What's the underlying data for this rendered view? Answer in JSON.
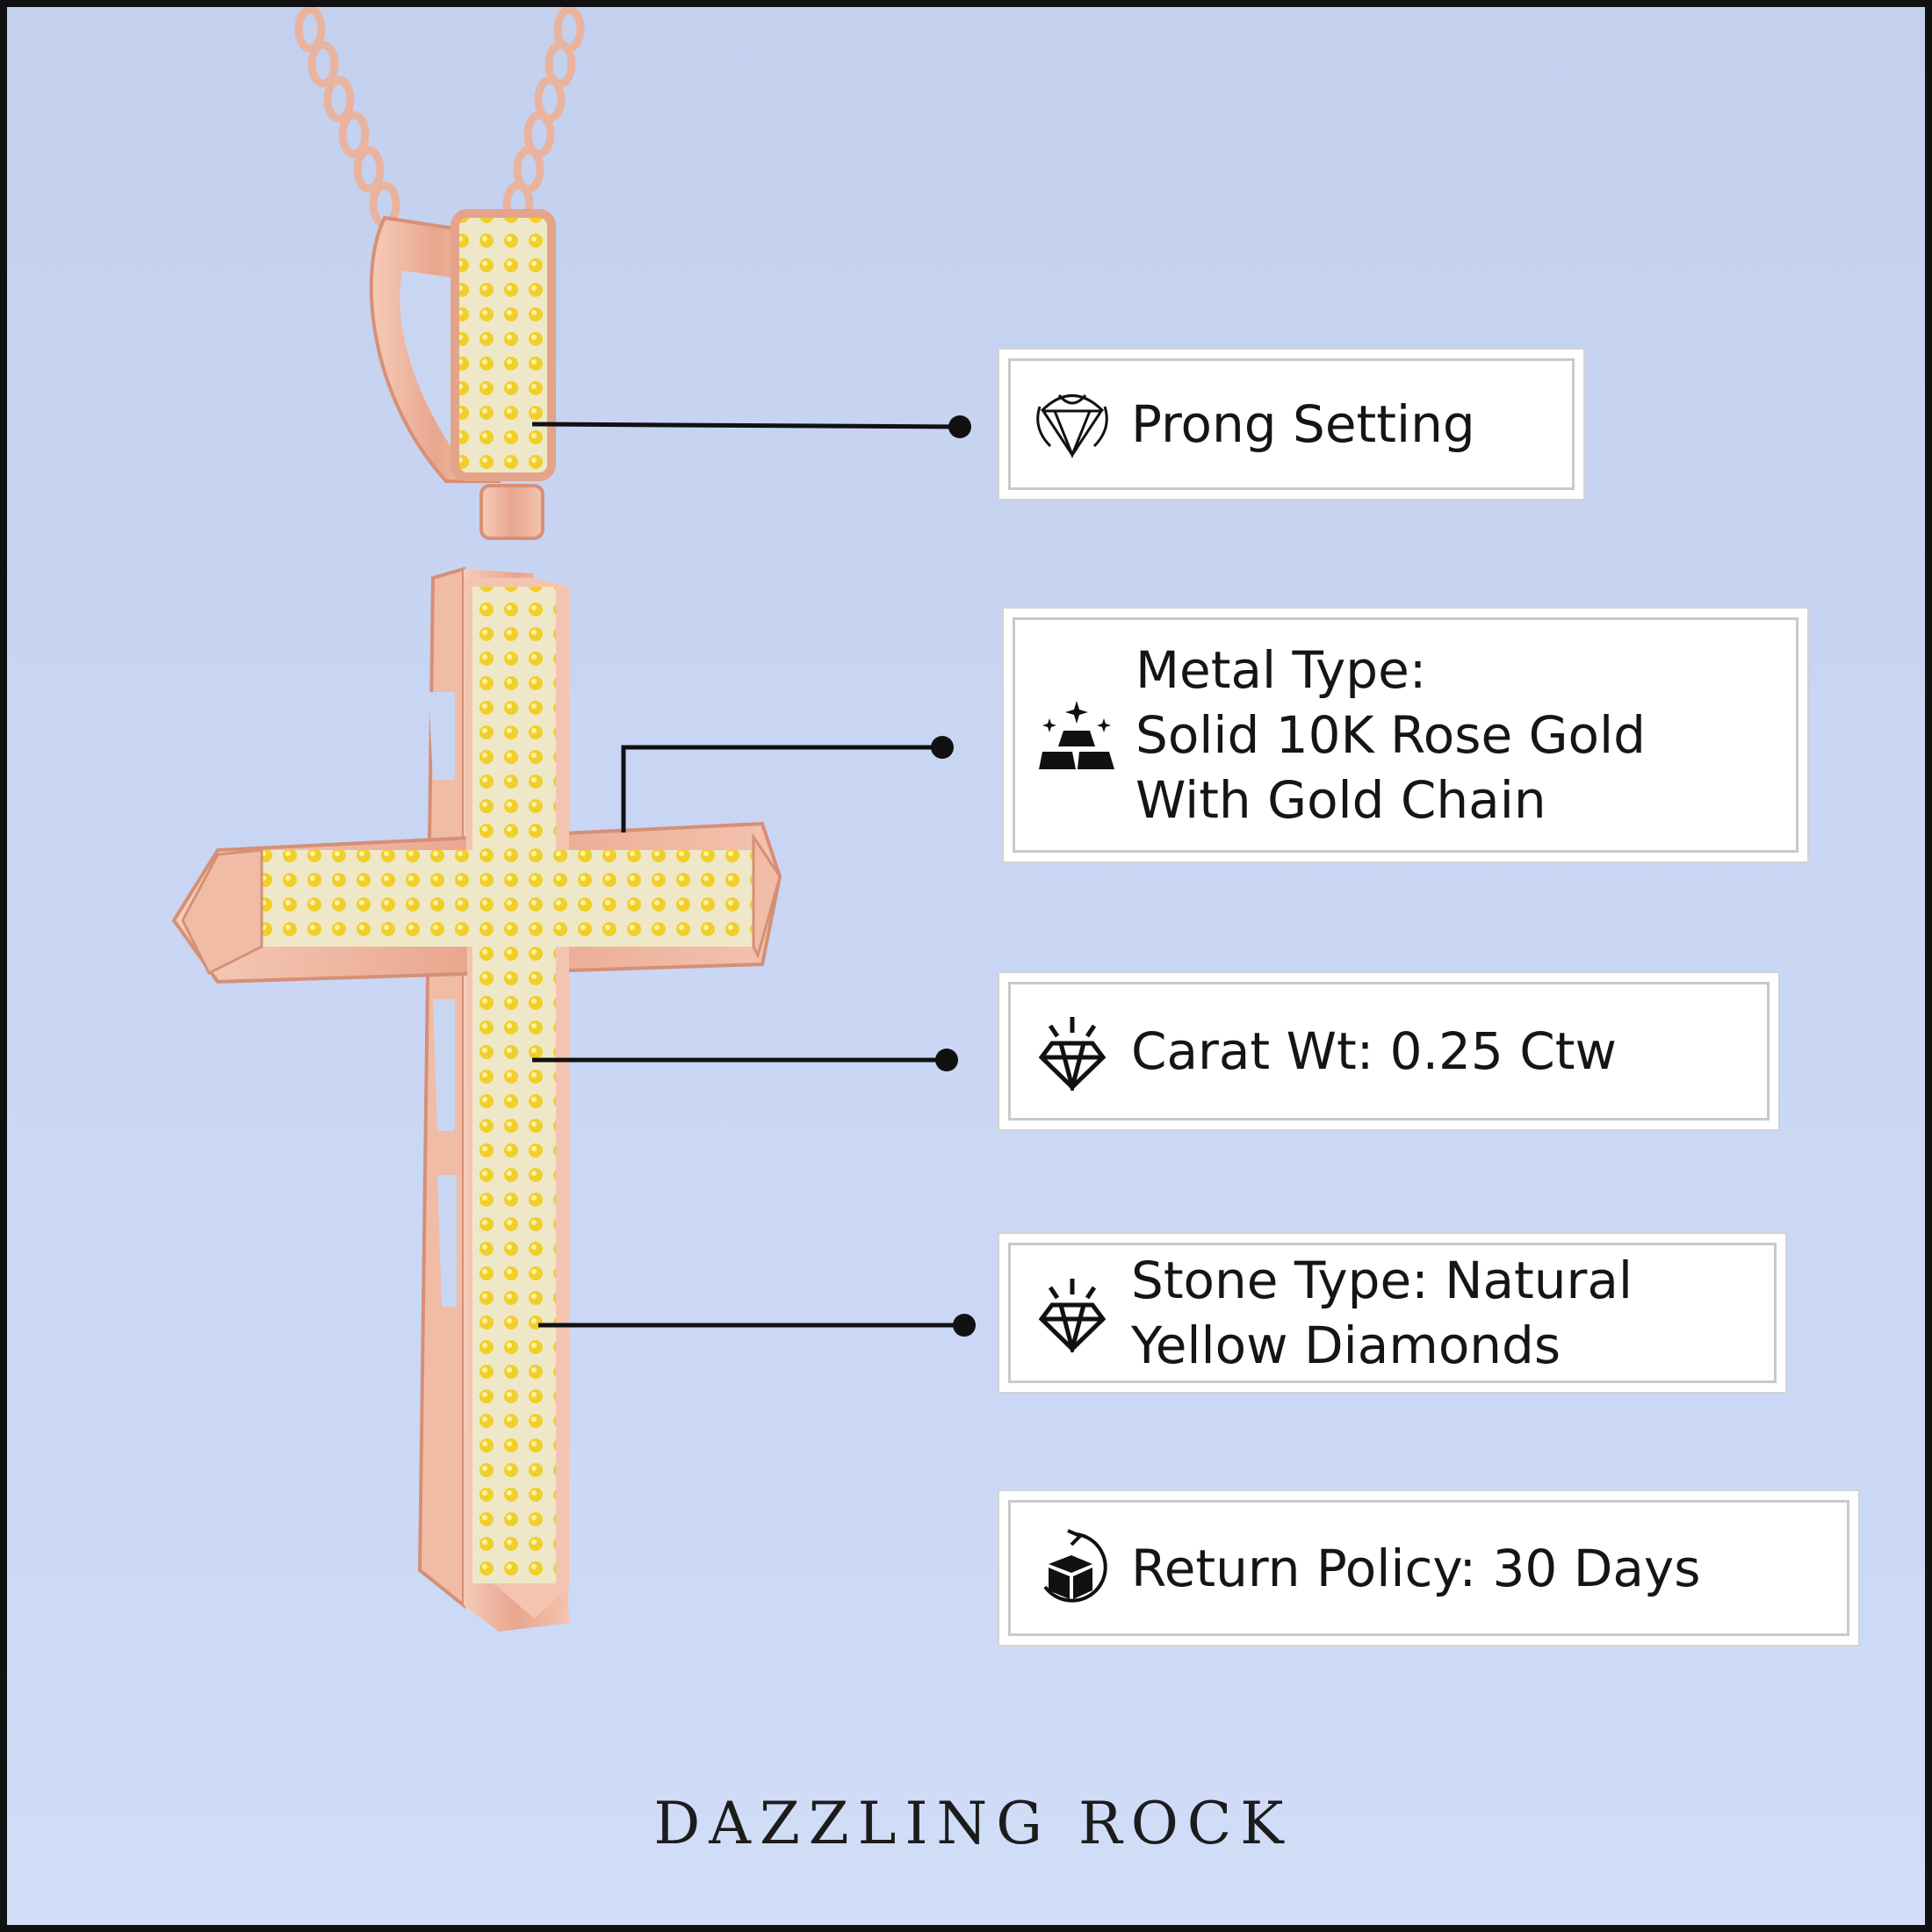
{
  "features": [
    {
      "label": "Prong Setting",
      "icon": "prong-setting-icon"
    },
    {
      "label": "Metal Type:\nSolid 10K Rose Gold\nWith Gold Chain",
      "icon": "gold-bars-icon"
    },
    {
      "label": "Carat Wt: 0.25 Ctw",
      "icon": "diamond-icon"
    },
    {
      "label": "Stone Type: Natural\nYellow Diamonds",
      "icon": "diamond-icon"
    },
    {
      "label": "Return Policy: 30 Days",
      "icon": "return-box-icon"
    }
  ],
  "brand": "DAZZLING ROCK",
  "colors": {
    "background": "#c8d6f3",
    "rose_gold": "#e9aa92",
    "yellow_diamond": "#f2d23a",
    "border": "#111111"
  }
}
